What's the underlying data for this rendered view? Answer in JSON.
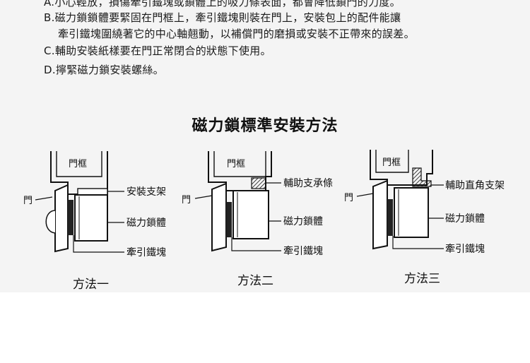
{
  "instructions": {
    "line_a": "A.小心輕放，損傷牽引鐵塊或鎖體上的吸力條表面，都會降低鎖門的力度。",
    "line_b1": "B.磁力鎖鎖體要緊固在門框上，牽引鐵塊則裝在門上，安裝包上的配件能讓",
    "line_b2": "牽引鐵塊圍繞著它的中心軸翹動，以補償門的磨損或安裝不正帶來的誤差。",
    "line_c": "C.輔助安裝紙樣要在門正常閉合的狀態下使用。",
    "line_d": "D.擰緊磁力鎖安裝螺絲。"
  },
  "section_title": "磁力鎖標準安裝方法",
  "methods": [
    {
      "door_frame": "門框",
      "door": "門",
      "accessory": "安裝支架",
      "lock_body": "磁力鎖體",
      "armature": "牽引鐵塊",
      "caption": "方法一"
    },
    {
      "door_frame": "門框",
      "door": "門",
      "accessory": "輔助支承條",
      "lock_body": "磁力鎖體",
      "armature": "牽引鐵塊",
      "caption": "方法二"
    },
    {
      "door_frame": "門框",
      "door": "門",
      "accessory": "輔助直角支架",
      "lock_body": "磁力鎖體",
      "armature": "牽引鐵塊",
      "caption": "方法三"
    }
  ]
}
